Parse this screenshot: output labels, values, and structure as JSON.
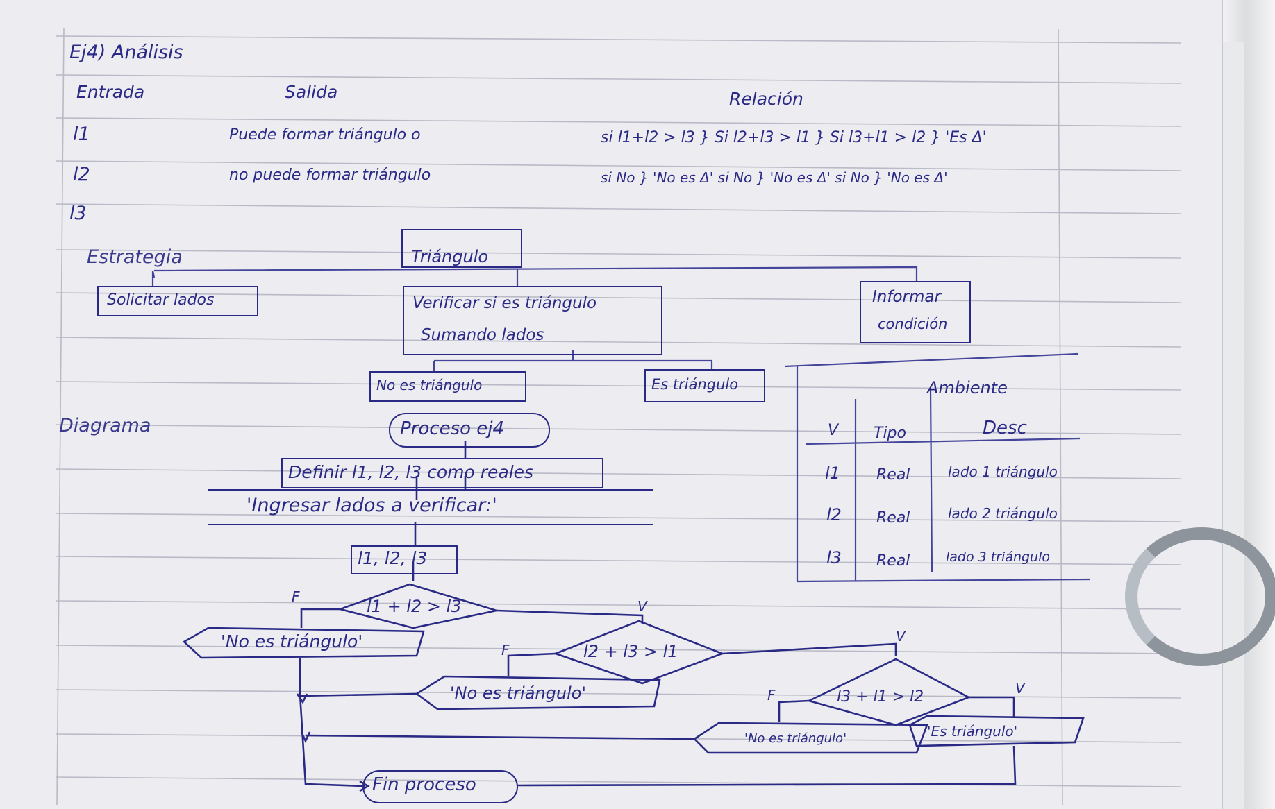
{
  "header": {
    "title": "Ej4) Análisis"
  },
  "analisis": {
    "entrada_label": "Entrada",
    "salida_label": "Salida",
    "relacion_label": "Relación",
    "entradas": [
      "l1",
      "l2",
      "l3"
    ],
    "salidas": [
      "Puede formar triángulo o",
      "no puede formar triángulo"
    ],
    "relacion_linea1": "si l1+l2 > l3 }  Si l2+l3 > l1 } Si l3+l1 > l2 } 'Es Δ'",
    "relacion_linea2": "si No } 'No es Δ'   si No } 'No es Δ'   si No } 'No es Δ'"
  },
  "estrategia": {
    "label": "Estrategia",
    "root": "Triángulo",
    "hijo1": "Solicitar lados",
    "hijo2_linea1": "Verificar si es triángulo",
    "hijo2_linea2": "Sumando lados",
    "hijo3_linea1": "Informar",
    "hijo3_linea2": "condición",
    "nieto1": "No es triángulo",
    "nieto2": "Es triángulo"
  },
  "ambiente": {
    "title": "Ambiente",
    "headers": [
      "V",
      "Tipo",
      "Desc"
    ],
    "rows": [
      {
        "v": "l1",
        "tipo": "Real",
        "desc": "lado 1 triángulo"
      },
      {
        "v": "l2",
        "tipo": "Real",
        "desc": "lado 2 triángulo"
      },
      {
        "v": "l3",
        "tipo": "Real",
        "desc": "lado 3 triángulo"
      }
    ]
  },
  "diagrama": {
    "label": "Diagrama",
    "inicio": "Proceso ej4",
    "definir": "Definir l1, l2, l3 como reales",
    "ingresar": "'Ingresar lados a verificar:'",
    "leer": "l1, l2, l3",
    "cond1": "l1 + l2 > l3",
    "cond2": "l2 + l3 > l1",
    "cond3": "l3 + l1 > l2",
    "no_es_1": "'No es triángulo'",
    "no_es_2": "'No es triángulo'",
    "no_es_3": "'No es triángulo'",
    "es": "'Es triángulo'",
    "fin": "Fin proceso",
    "f_label": "F",
    "v_label": "V"
  },
  "colors": {
    "ink": "#2a2a86",
    "pencil": "#6f6f7a",
    "paper": "#ececf1",
    "rule_line": "#b9bac6"
  }
}
